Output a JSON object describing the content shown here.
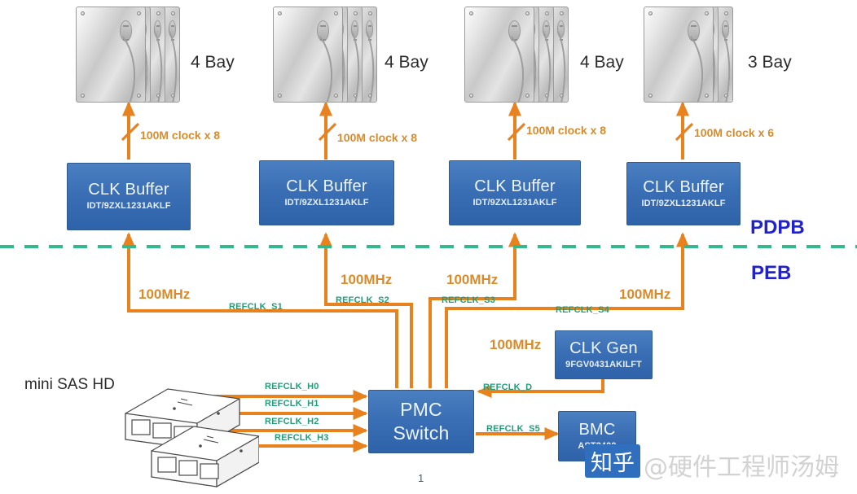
{
  "diagram": {
    "zones": {
      "top_label": "PDPB",
      "bottom_label": "PEB"
    },
    "bays": [
      {
        "label": "4 Bay",
        "drives": 4,
        "fanout": "100M clock x 8"
      },
      {
        "label": "4 Bay",
        "drives": 4,
        "fanout": "100M clock x 8"
      },
      {
        "label": "4 Bay",
        "drives": 4,
        "fanout": "100M clock x 8"
      },
      {
        "label": "3 Bay",
        "drives": 3,
        "fanout": "100M clock x 6"
      }
    ],
    "clk_buffers": [
      {
        "title": "CLK Buffer",
        "part": "IDT/9ZXL1231AKLF"
      },
      {
        "title": "CLK Buffer",
        "part": "IDT/9ZXL1231AKLF"
      },
      {
        "title": "CLK Buffer",
        "part": "IDT/9ZXL1231AKLF"
      },
      {
        "title": "CLK Buffer",
        "part": "IDT/9ZXL1231AKLF"
      }
    ],
    "switch": {
      "line1": "PMC",
      "line2": "Switch",
      "footnote": "1"
    },
    "clk_gen": {
      "title": "CLK Gen",
      "part": "9FGV0431AKILFT"
    },
    "bmc": {
      "title": "BMC",
      "part": "AST2400"
    },
    "connector": {
      "label": "mini SAS HD"
    },
    "uplink_freqs": [
      "100MHz",
      "100MHz",
      "100MHz",
      "100MHz"
    ],
    "clkgen_freq": "100MHz",
    "refclk_switch": [
      "REFCLK_S1",
      "REFCLK_S2",
      "REFCLK_S3",
      "REFCLK_S4"
    ],
    "refclk_host": [
      "REFCLK_H0",
      "REFCLK_H1",
      "REFCLK_H2",
      "REFCLK_H3"
    ],
    "refclk_clkgen": "REFCLK_D",
    "refclk_bmc": "REFCLK_S5",
    "colors": {
      "wire": "#E8821E",
      "chip": "#3a6fb5",
      "divider": "#35b88a",
      "refclk_text": "#1f9e7a",
      "freq_text": "#d98b2b",
      "zone_text": "#2222cc"
    }
  },
  "watermark": {
    "badge": "知乎",
    "text": "@硬件工程师汤姆"
  }
}
